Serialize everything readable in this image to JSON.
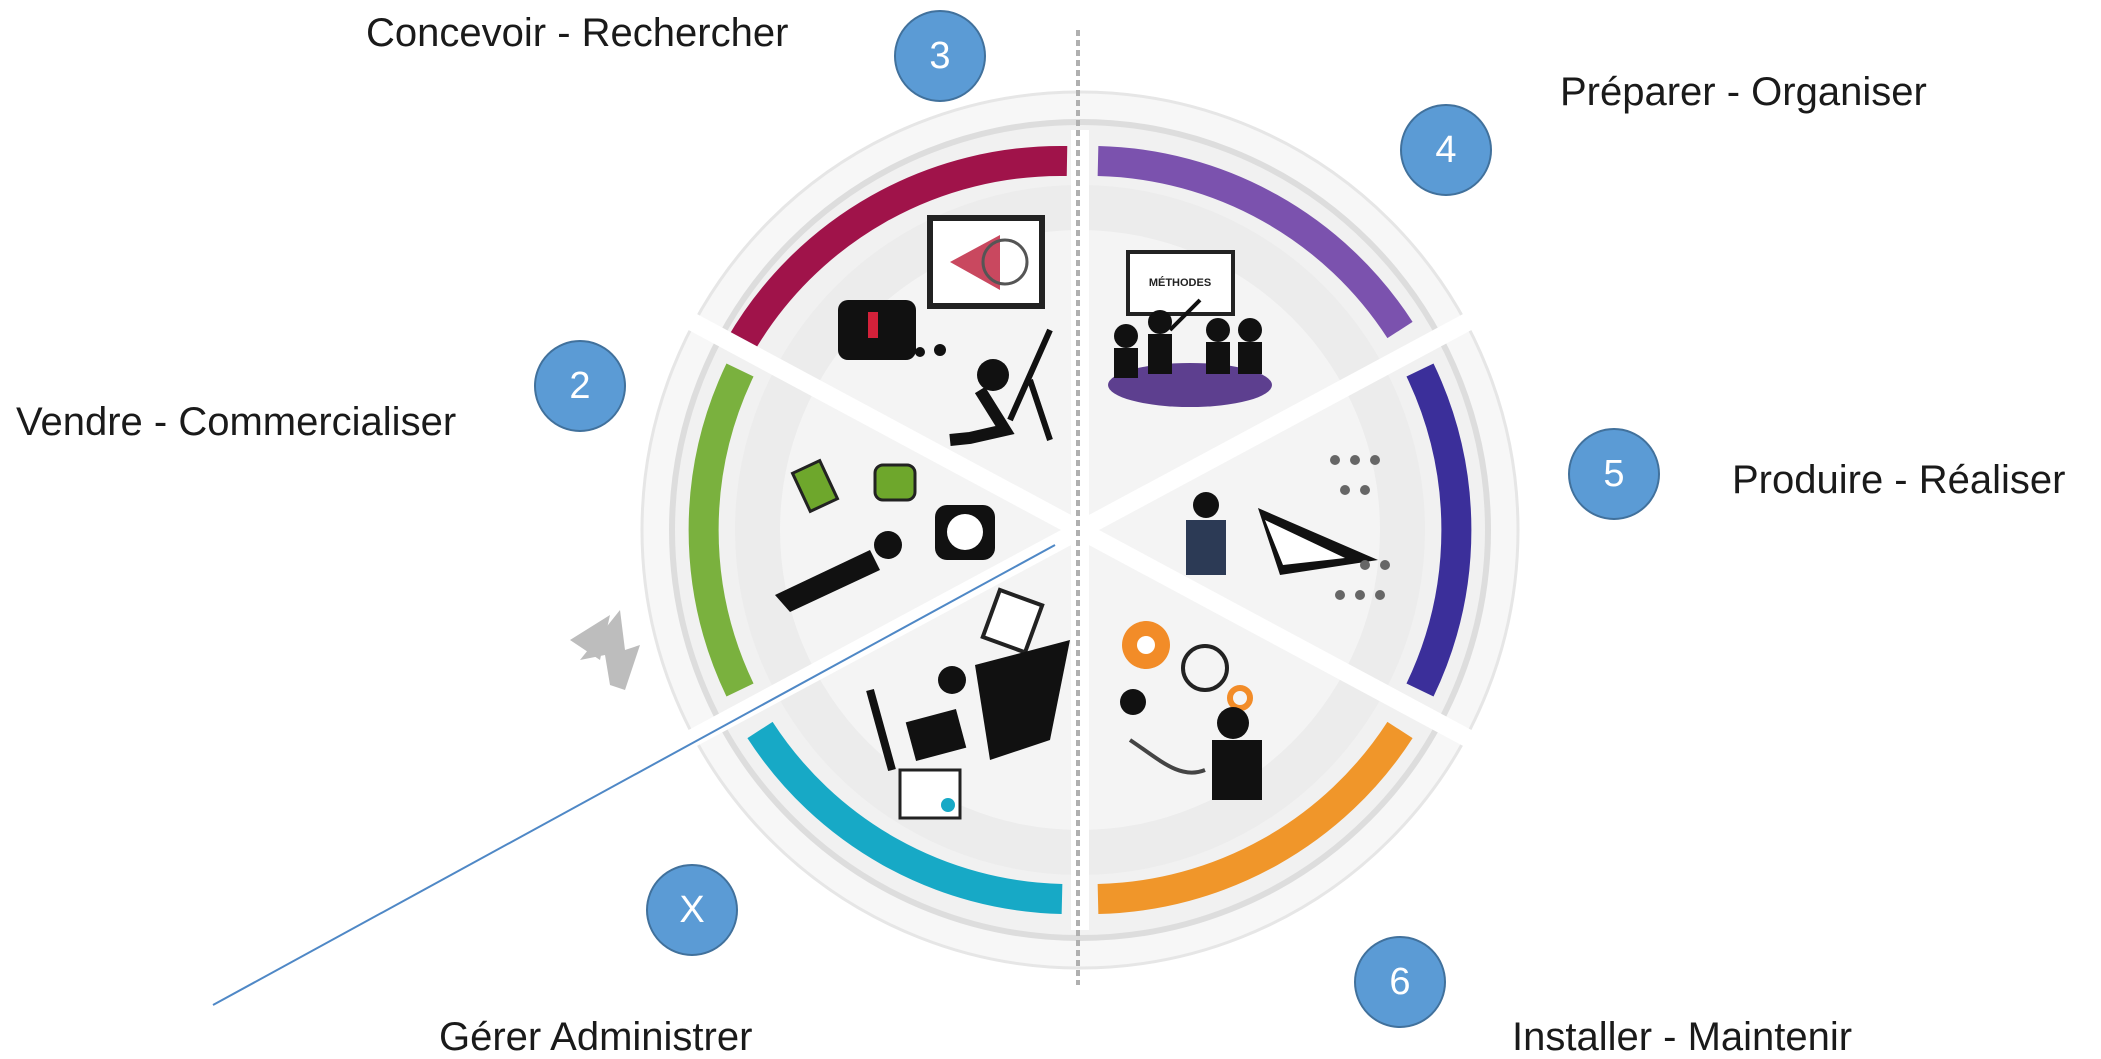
{
  "sectors": [
    {
      "id": "concevoir",
      "label": "Concevoir - Rechercher",
      "badge": "3",
      "color": "#a0134a"
    },
    {
      "id": "preparer",
      "label": "Préparer - Organiser",
      "badge": "4",
      "color": "#7b52ae"
    },
    {
      "id": "produire",
      "label": "Produire - Réaliser",
      "badge": "5",
      "color": "#3b2f9a"
    },
    {
      "id": "installer",
      "label": "Installer - Maintenir",
      "badge": "6",
      "color": "#f0962a"
    },
    {
      "id": "gerer",
      "label": "Gérer Administrer",
      "badge": "X",
      "color": "#17a9c6"
    },
    {
      "id": "vendre",
      "label": "Vendre - Commercialiser",
      "badge": "2",
      "color": "#7ab13e"
    }
  ],
  "inner_text": {
    "methodes": "MÉTHODES"
  },
  "icons": {
    "concevoir": "designer-at-drafting-table-icon",
    "preparer": "meeting-presentation-icon",
    "produire": "worker-with-wrench-icon",
    "installer": "technician-with-gears-icon",
    "gerer": "office-desk-computer-icon",
    "vendre": "sales-handshake-icon",
    "arrow": "arrow-up-left-icon"
  }
}
